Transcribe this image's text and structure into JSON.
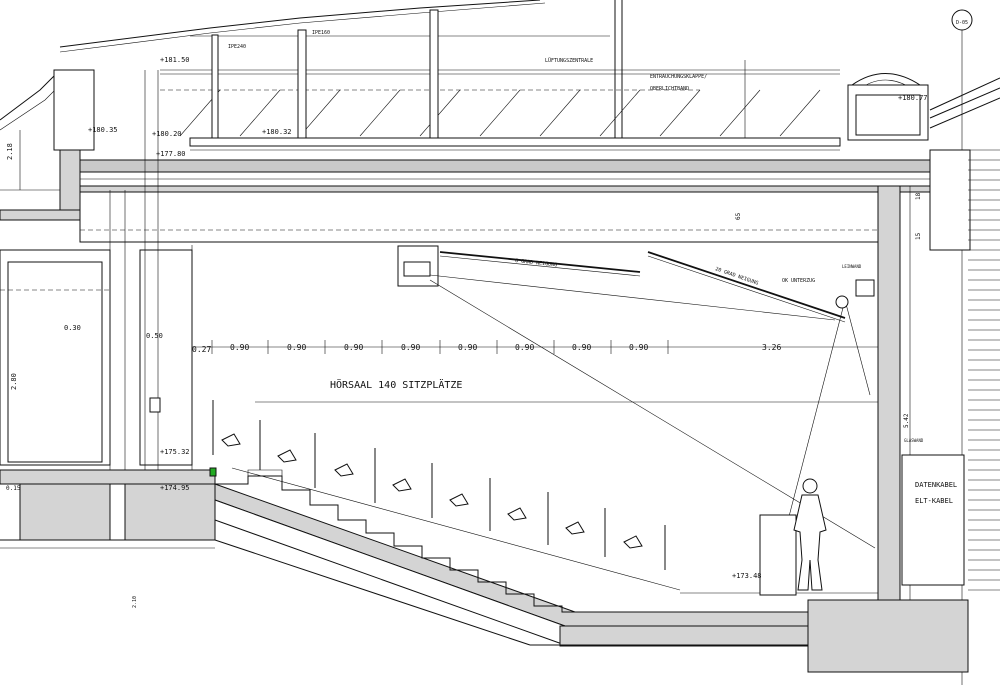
{
  "title": "HÖRSAAL 140 SITZPLÄTZE",
  "axis_tag": "D-05",
  "roof_labels": {
    "ventilation": "LÜFTUNGSZENTRALE",
    "smoke_roof": "ENTRAUCHUNGSKLAPPE/",
    "skylight_label": "OBERLICHTBAND",
    "beam_left": "IPE240",
    "beam_right": "IPE160"
  },
  "levels": {
    "roof_top_left": "+181.50",
    "roof_left": "+180.35",
    "roof_mid_left": "+180.20",
    "roof_mid": "+180.32",
    "roof_right": "+180.77",
    "slab_underside": "+177.80",
    "entrance": "+175.32",
    "floor_left": "+174.95",
    "floor_bottom": "+173.48"
  },
  "ceiling_labels": {
    "incline6": "6 GRAD NEIGUNG",
    "incline20": "20 GRAD NEIGUNG",
    "ok_lighting": "OK UNTERZUG",
    "projector_box": "LEINWAND"
  },
  "dimension_row": {
    "first": "0.27",
    "step": "0.90",
    "count": 8,
    "last": "3.26"
  },
  "vertical_dims": {
    "left_height": "2.80",
    "left_small": "2.18",
    "left_mid": "0.30",
    "col_height": "0.50",
    "beam_depth_a": "65",
    "beam_depth_b": "18",
    "beam_depth_c": "15",
    "wall_height": "5.42",
    "foundation": "2.10"
  },
  "cable_box": {
    "line1": "DATENKABEL",
    "line2": "ELT-KABEL"
  },
  "side_labels": {
    "wall_tag": "GLASWAND",
    "foot": "0.15"
  }
}
